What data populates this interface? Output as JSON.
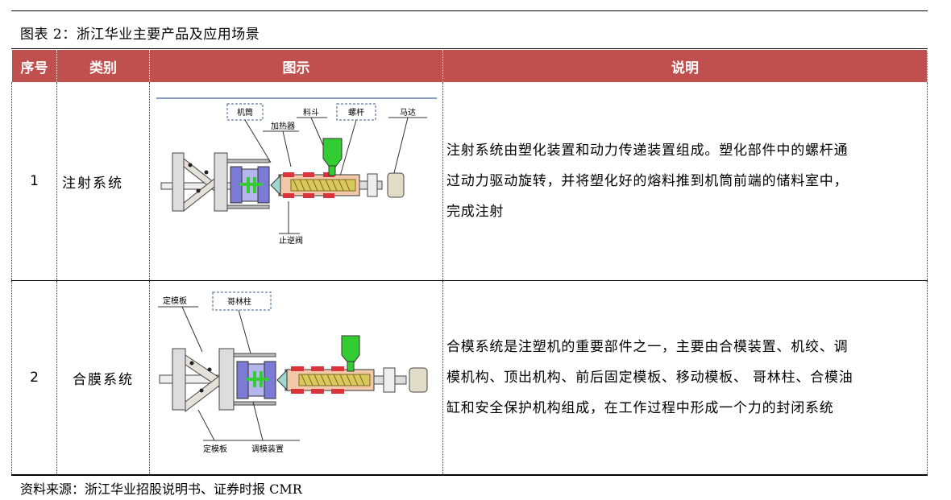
{
  "caption": "图表 2：浙江华业主要产品及应用场景",
  "table": {
    "headers": [
      "序号",
      "类别",
      "图示",
      "说明"
    ],
    "rows": [
      {
        "num": "1",
        "category": "注射系统",
        "figure_labels": {
          "barrel": "机筒",
          "hopper": "料斗",
          "screw": "螺杆",
          "motor": "马达",
          "heater": "加热器",
          "check_valve": "止逆阀"
        },
        "description_lines": [
          "注射系统由塑化装置和动力传递装置组成。塑化部件中的螺杆通",
          "过动力驱动旋转，并将塑化好的熔料推到机筒前端的储料室中，",
          "完成注射"
        ]
      },
      {
        "num": "2",
        "category": "合膜系统",
        "figure_labels": {
          "fixed_platen_top": "定模板",
          "tie_bar": "哥林柱",
          "fixed_platen_bottom": "定模板",
          "mold_adjust": "调模装置"
        },
        "description_lines": [
          "合模系统是注塑机的重要部件之一，主要由合模装置、机绞、调",
          "模机构、顶出机构、前后固定模板、移动模板、 哥林柱、合模油",
          "缸和安全保护机构组成，在工作过程中形成一个力的封闭系统"
        ]
      }
    ]
  },
  "source": "资料来源：浙江华业招股说明书、证券时报 CMR",
  "colors": {
    "header_bg": "#c0504d",
    "header_text": "#ffffff",
    "hopper": "#33cc33",
    "heater": "#d9343c",
    "mold": "#7b7bd6",
    "screw": "#d9c85c"
  }
}
